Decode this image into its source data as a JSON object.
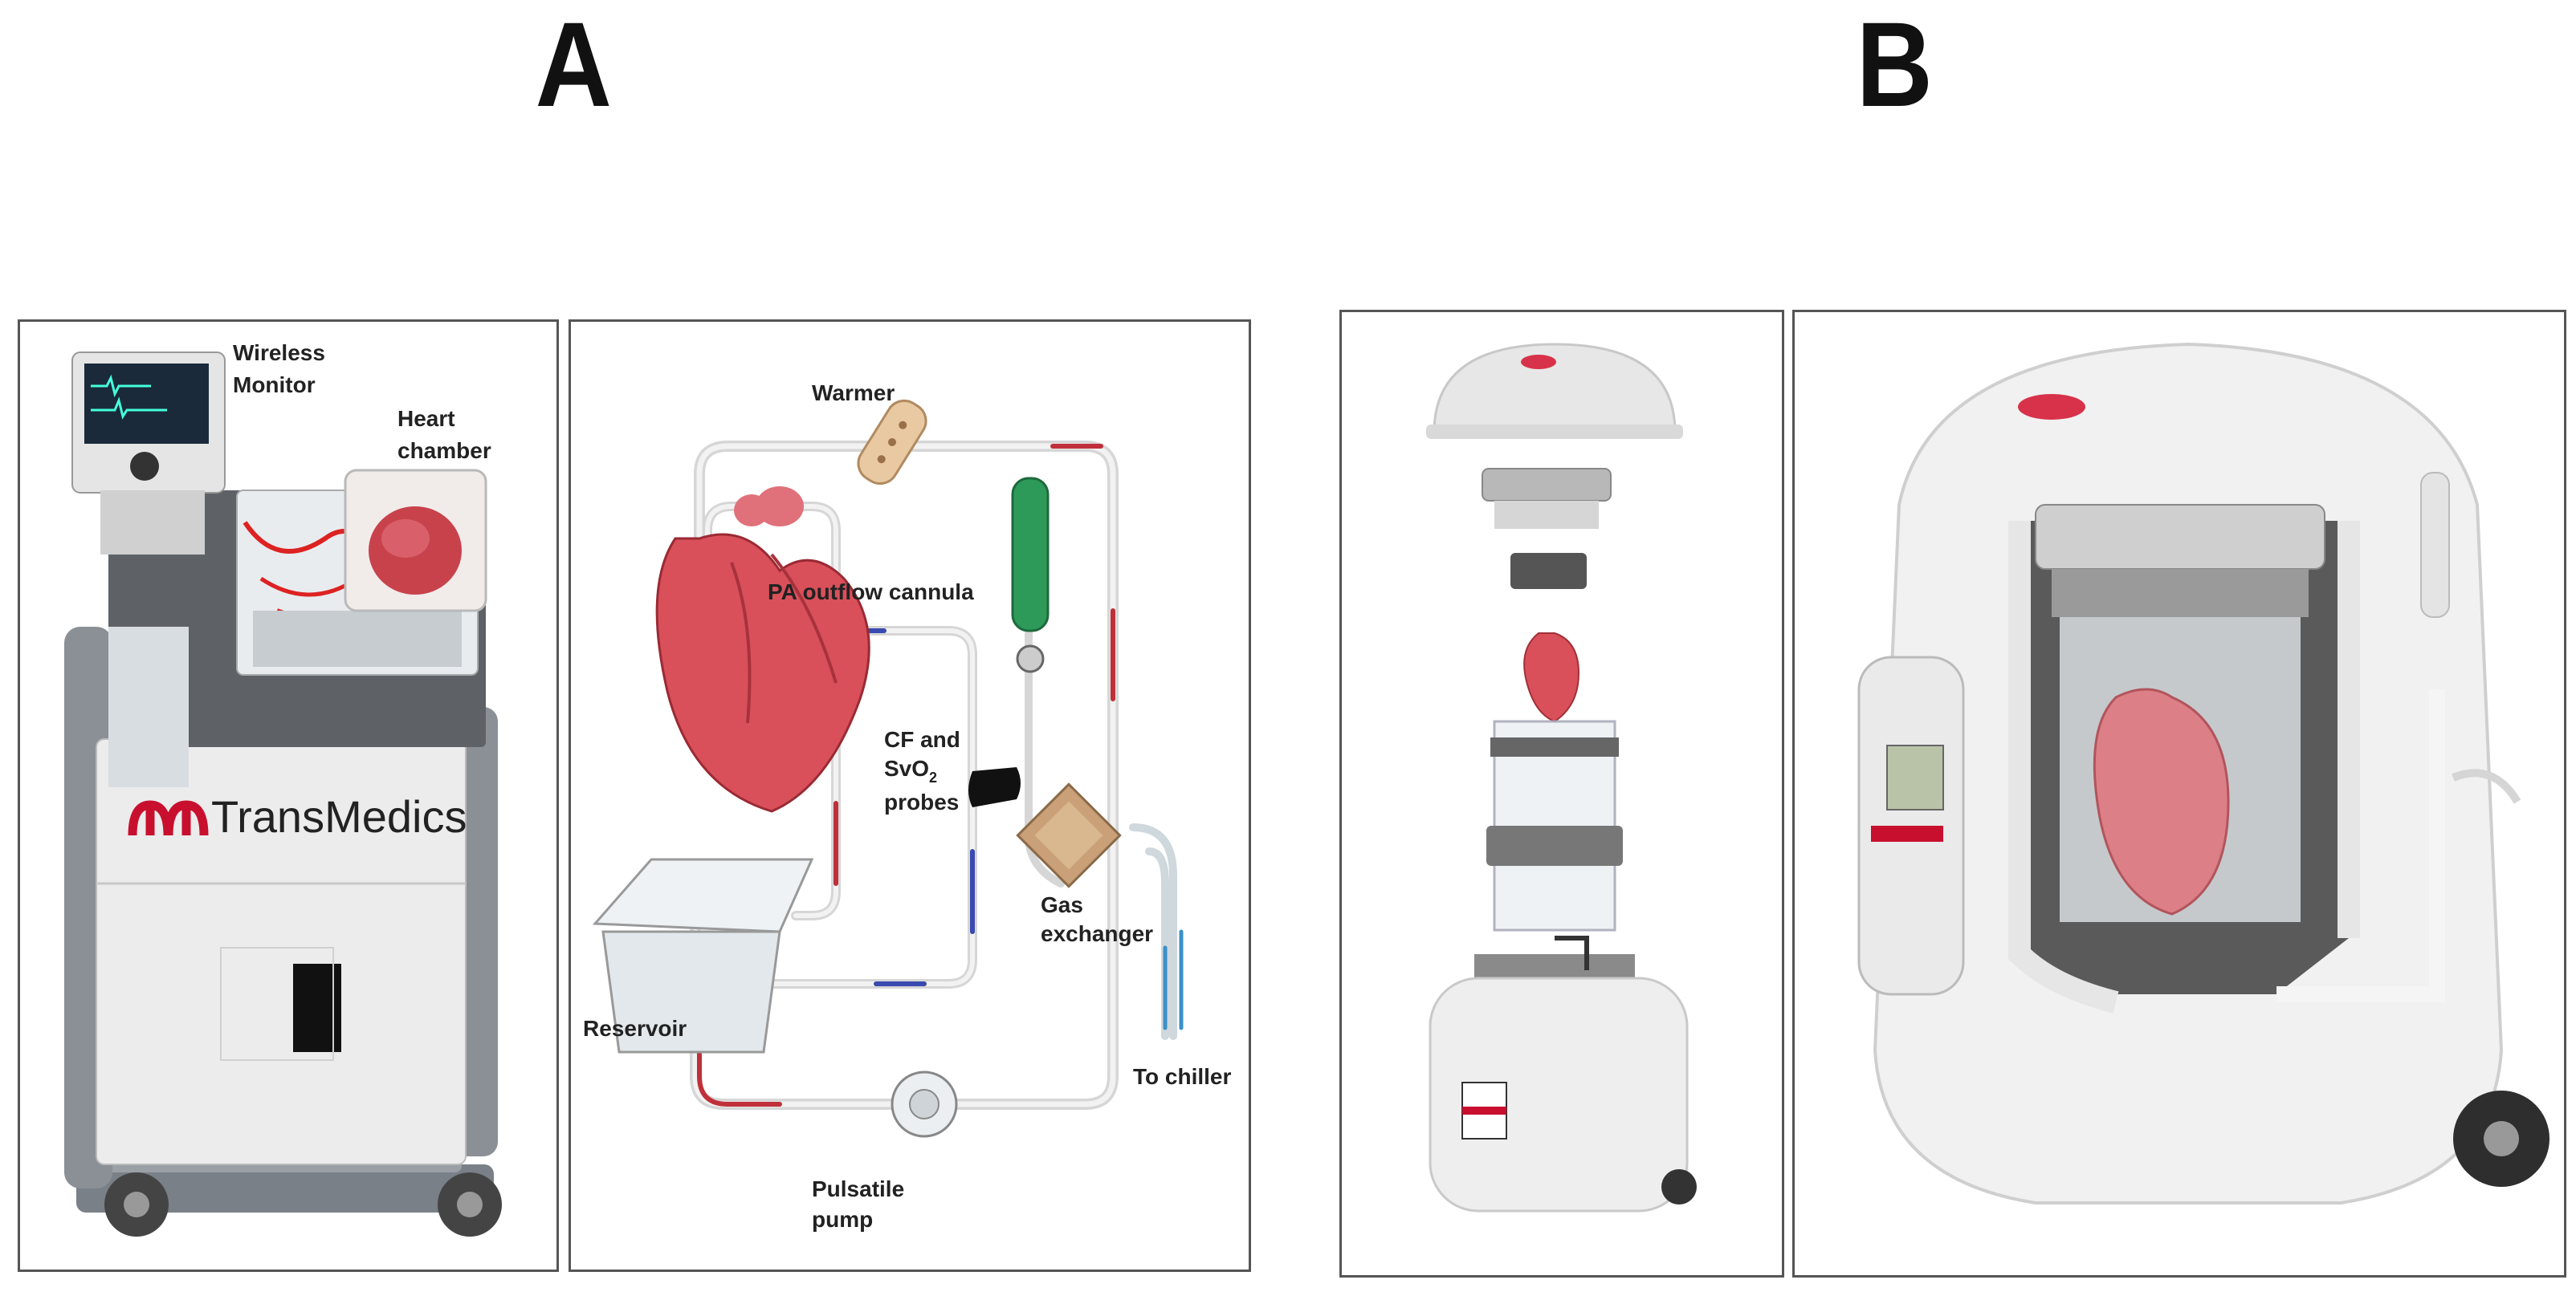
{
  "headings": {
    "a": "A",
    "b": "B"
  },
  "panel_a1": {
    "logo_text": "TransMedics",
    "labels": {
      "wireless_monitor": [
        "Wireless",
        "Monitor"
      ],
      "heart_chamber": [
        "Heart",
        "chamber"
      ]
    }
  },
  "panel_a2": {
    "labels": {
      "warmer": "Warmer",
      "pa_outflow": "PA outflow cannula",
      "cf_probes": [
        "CF and",
        "SvO",
        "2",
        "probes"
      ],
      "gas_exchanger": [
        "Gas",
        "exchanger"
      ],
      "reservoir": "Reservoir",
      "to_chiller": "To chiller",
      "pulsatile_pump": [
        "Pulsatile",
        "pump"
      ]
    }
  },
  "colors": {
    "heart": "#d9505a",
    "tube_arterial": "#c0303a",
    "tube_venous": "#3a4ab0",
    "oxygen": "#2e9a5a",
    "brand": "#c8102e",
    "device_body": "#eeeeee"
  }
}
